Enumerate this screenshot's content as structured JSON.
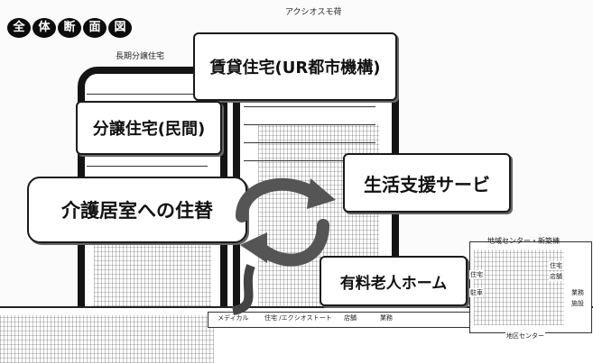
{
  "title": "全体断面図",
  "labels": {
    "top_access": "アクシオスモ荷",
    "tower_left_small": "長期分譲住宅",
    "rental": "賃貸住宅(UR都市機構)",
    "condo": "分譲住宅(民間)",
    "care_move": "介護居室への住替",
    "life_support": "生活支援サービ",
    "nursing_home": "有料老人ホーム",
    "community_center": "地域センター・新築棟"
  },
  "ground_labels": [
    "メディカル",
    "住宅 /エクシオストート",
    "店舗",
    "業務",
    "住宅",
    "駐車",
    "地区センター"
  ],
  "side_labels": [
    "住宅",
    "店舗",
    "業務",
    "施設"
  ]
}
